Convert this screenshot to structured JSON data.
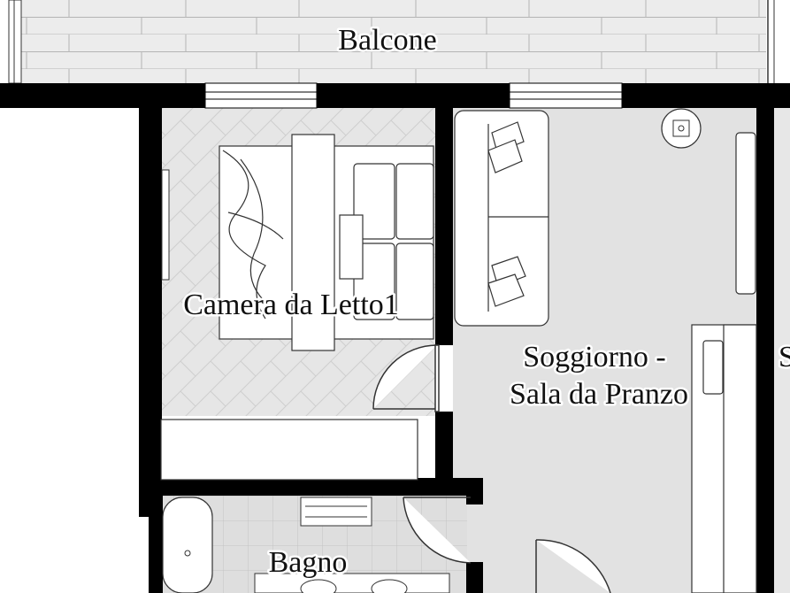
{
  "plan": {
    "rooms": [
      {
        "id": "balcone",
        "label": "Balcone"
      },
      {
        "id": "camera",
        "label": "Camera da Letto1"
      },
      {
        "id": "soggiorno",
        "label_lines": [
          "Soggiorno -",
          "Sala da Pranzo"
        ]
      },
      {
        "id": "bagno",
        "label": "Bagno"
      }
    ],
    "partial_label": "S",
    "colors": {
      "wall": "#000000",
      "balcony_floor": "#e9e9e9",
      "room_floor": "#e4e4e4",
      "tile_floor": "#dcdcdc",
      "furniture": "#ffffff"
    }
  }
}
